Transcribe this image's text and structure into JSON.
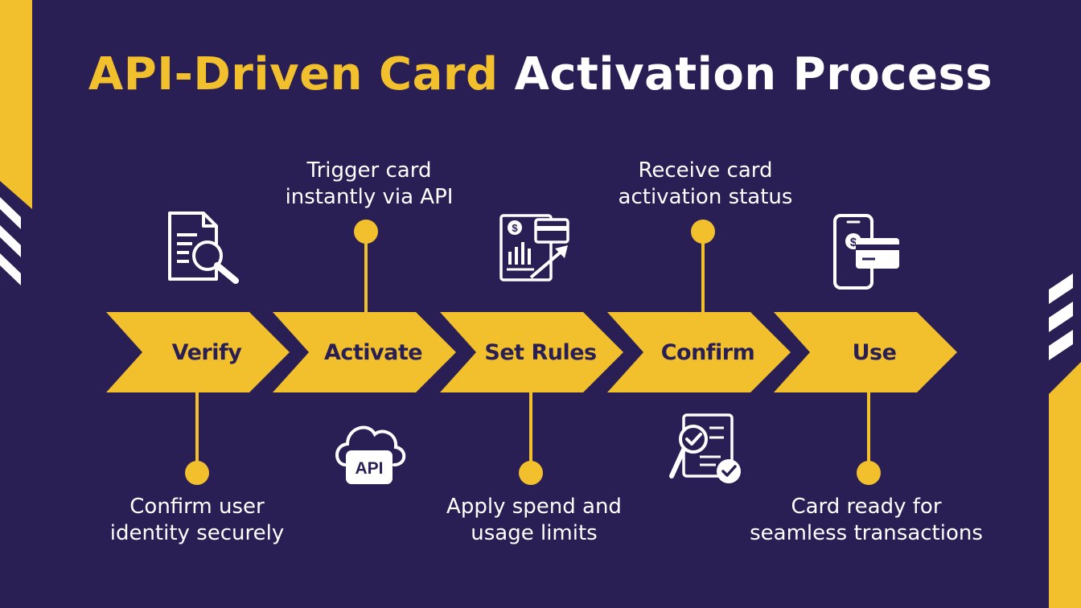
{
  "title": {
    "highlight": "API-Driven Card",
    "rest": "Activation Process"
  },
  "steps": [
    {
      "label": "Verify",
      "description_lines": [
        "Confirm user",
        "identity securely"
      ],
      "icon": "document-search-icon"
    },
    {
      "label": "Activate",
      "description_lines": [
        "Trigger card",
        "instantly via API"
      ],
      "icon": "api-cloud-icon"
    },
    {
      "label": "Set Rules",
      "description_lines": [
        "Apply spend and",
        "usage limits"
      ],
      "icon": "finance-rules-icon"
    },
    {
      "label": "Confirm",
      "description_lines": [
        "Receive card",
        "activation status"
      ],
      "icon": "document-check-icon"
    },
    {
      "label": "Use",
      "description_lines": [
        "Card ready for",
        "seamless transactions"
      ],
      "icon": "phone-card-icon"
    }
  ],
  "icon_text": {
    "api": "API",
    "dollar": "$"
  },
  "colors": {
    "background": "#2a1f55",
    "accent": "#f2c02c",
    "text": "#ffffff"
  }
}
